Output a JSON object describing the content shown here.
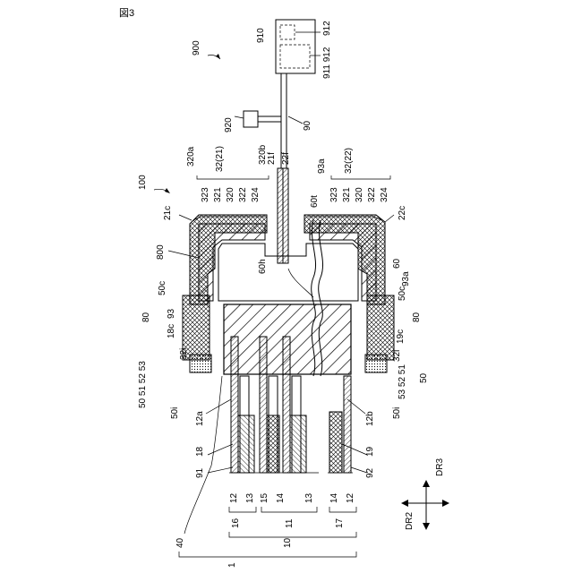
{
  "figure_title": "図3",
  "labels": {
    "l900": "900",
    "l910": "910",
    "l912": "912",
    "l911_912": "911 912",
    "l920": "920",
    "l90": "90",
    "l100": "100",
    "l320a": "320a",
    "l32_21": "32(21)",
    "l320b": "320b",
    "l21f": "21f",
    "l22f": "22f",
    "l93a_top": "93a",
    "l32_22": "32(22)",
    "l323_l": "323",
    "l321_l": "321",
    "l320_l": "320",
    "l322_l": "322",
    "l324_l": "324",
    "l60t": "60t",
    "l323_r": "323",
    "l321_r": "321",
    "l320_r": "320",
    "l322_r": "322",
    "l324_r": "324",
    "l21c": "21c",
    "l22c": "22c",
    "l800": "800",
    "l60h": "60h",
    "l60": "60",
    "l93a_right": "93a",
    "l50c_l": "50c",
    "l50c_r": "50c",
    "l93": "93",
    "l80_l": "80",
    "l80_r": "80",
    "l18c": "18c",
    "l19c": "19c",
    "l32i_l": "32i",
    "l32i_r": "32i",
    "l50_53_l": "50  51 52 53",
    "l53_52_51_r": "53  52 51",
    "l50_r": "50",
    "l50i_l": "50i",
    "l50i_r": "50i",
    "l12a": "12a",
    "l12b": "12b",
    "l18": "18",
    "l91": "91",
    "l19": "19",
    "l92": "92",
    "l12_1": "12",
    "l13_1": "13",
    "l15": "15",
    "l14_1": "14",
    "l13_2": "13",
    "l14_2": "14",
    "l12_2": "12",
    "l16": "16",
    "l11": "11",
    "l17": "17",
    "l10": "10",
    "l40": "40",
    "l1": "1",
    "dr2": "DR2",
    "dr3": "DR3"
  }
}
